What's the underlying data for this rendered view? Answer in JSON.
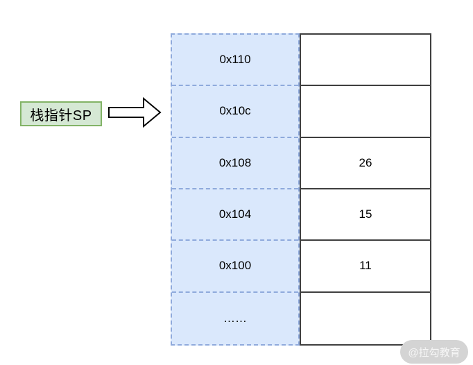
{
  "diagram": {
    "pointer_label": "栈指针SP",
    "memory_table": {
      "rows": [
        {
          "address": "0x110",
          "value": ""
        },
        {
          "address": "0x10c",
          "value": ""
        },
        {
          "address": "0x108",
          "value": "26"
        },
        {
          "address": "0x104",
          "value": "15"
        },
        {
          "address": "0x100",
          "value": "11"
        },
        {
          "address": "……",
          "value": ""
        }
      ]
    },
    "watermark": "@拉勾教育",
    "colors": {
      "address_cell_fill": "#dae8fc",
      "address_cell_border": "#8faadc",
      "value_cell_border": "#3f3f3f",
      "label_fill": "#d5e8d4",
      "label_border": "#82b366",
      "watermark_bg": "#d4d4d4",
      "watermark_text": "#f7f7f7"
    }
  }
}
